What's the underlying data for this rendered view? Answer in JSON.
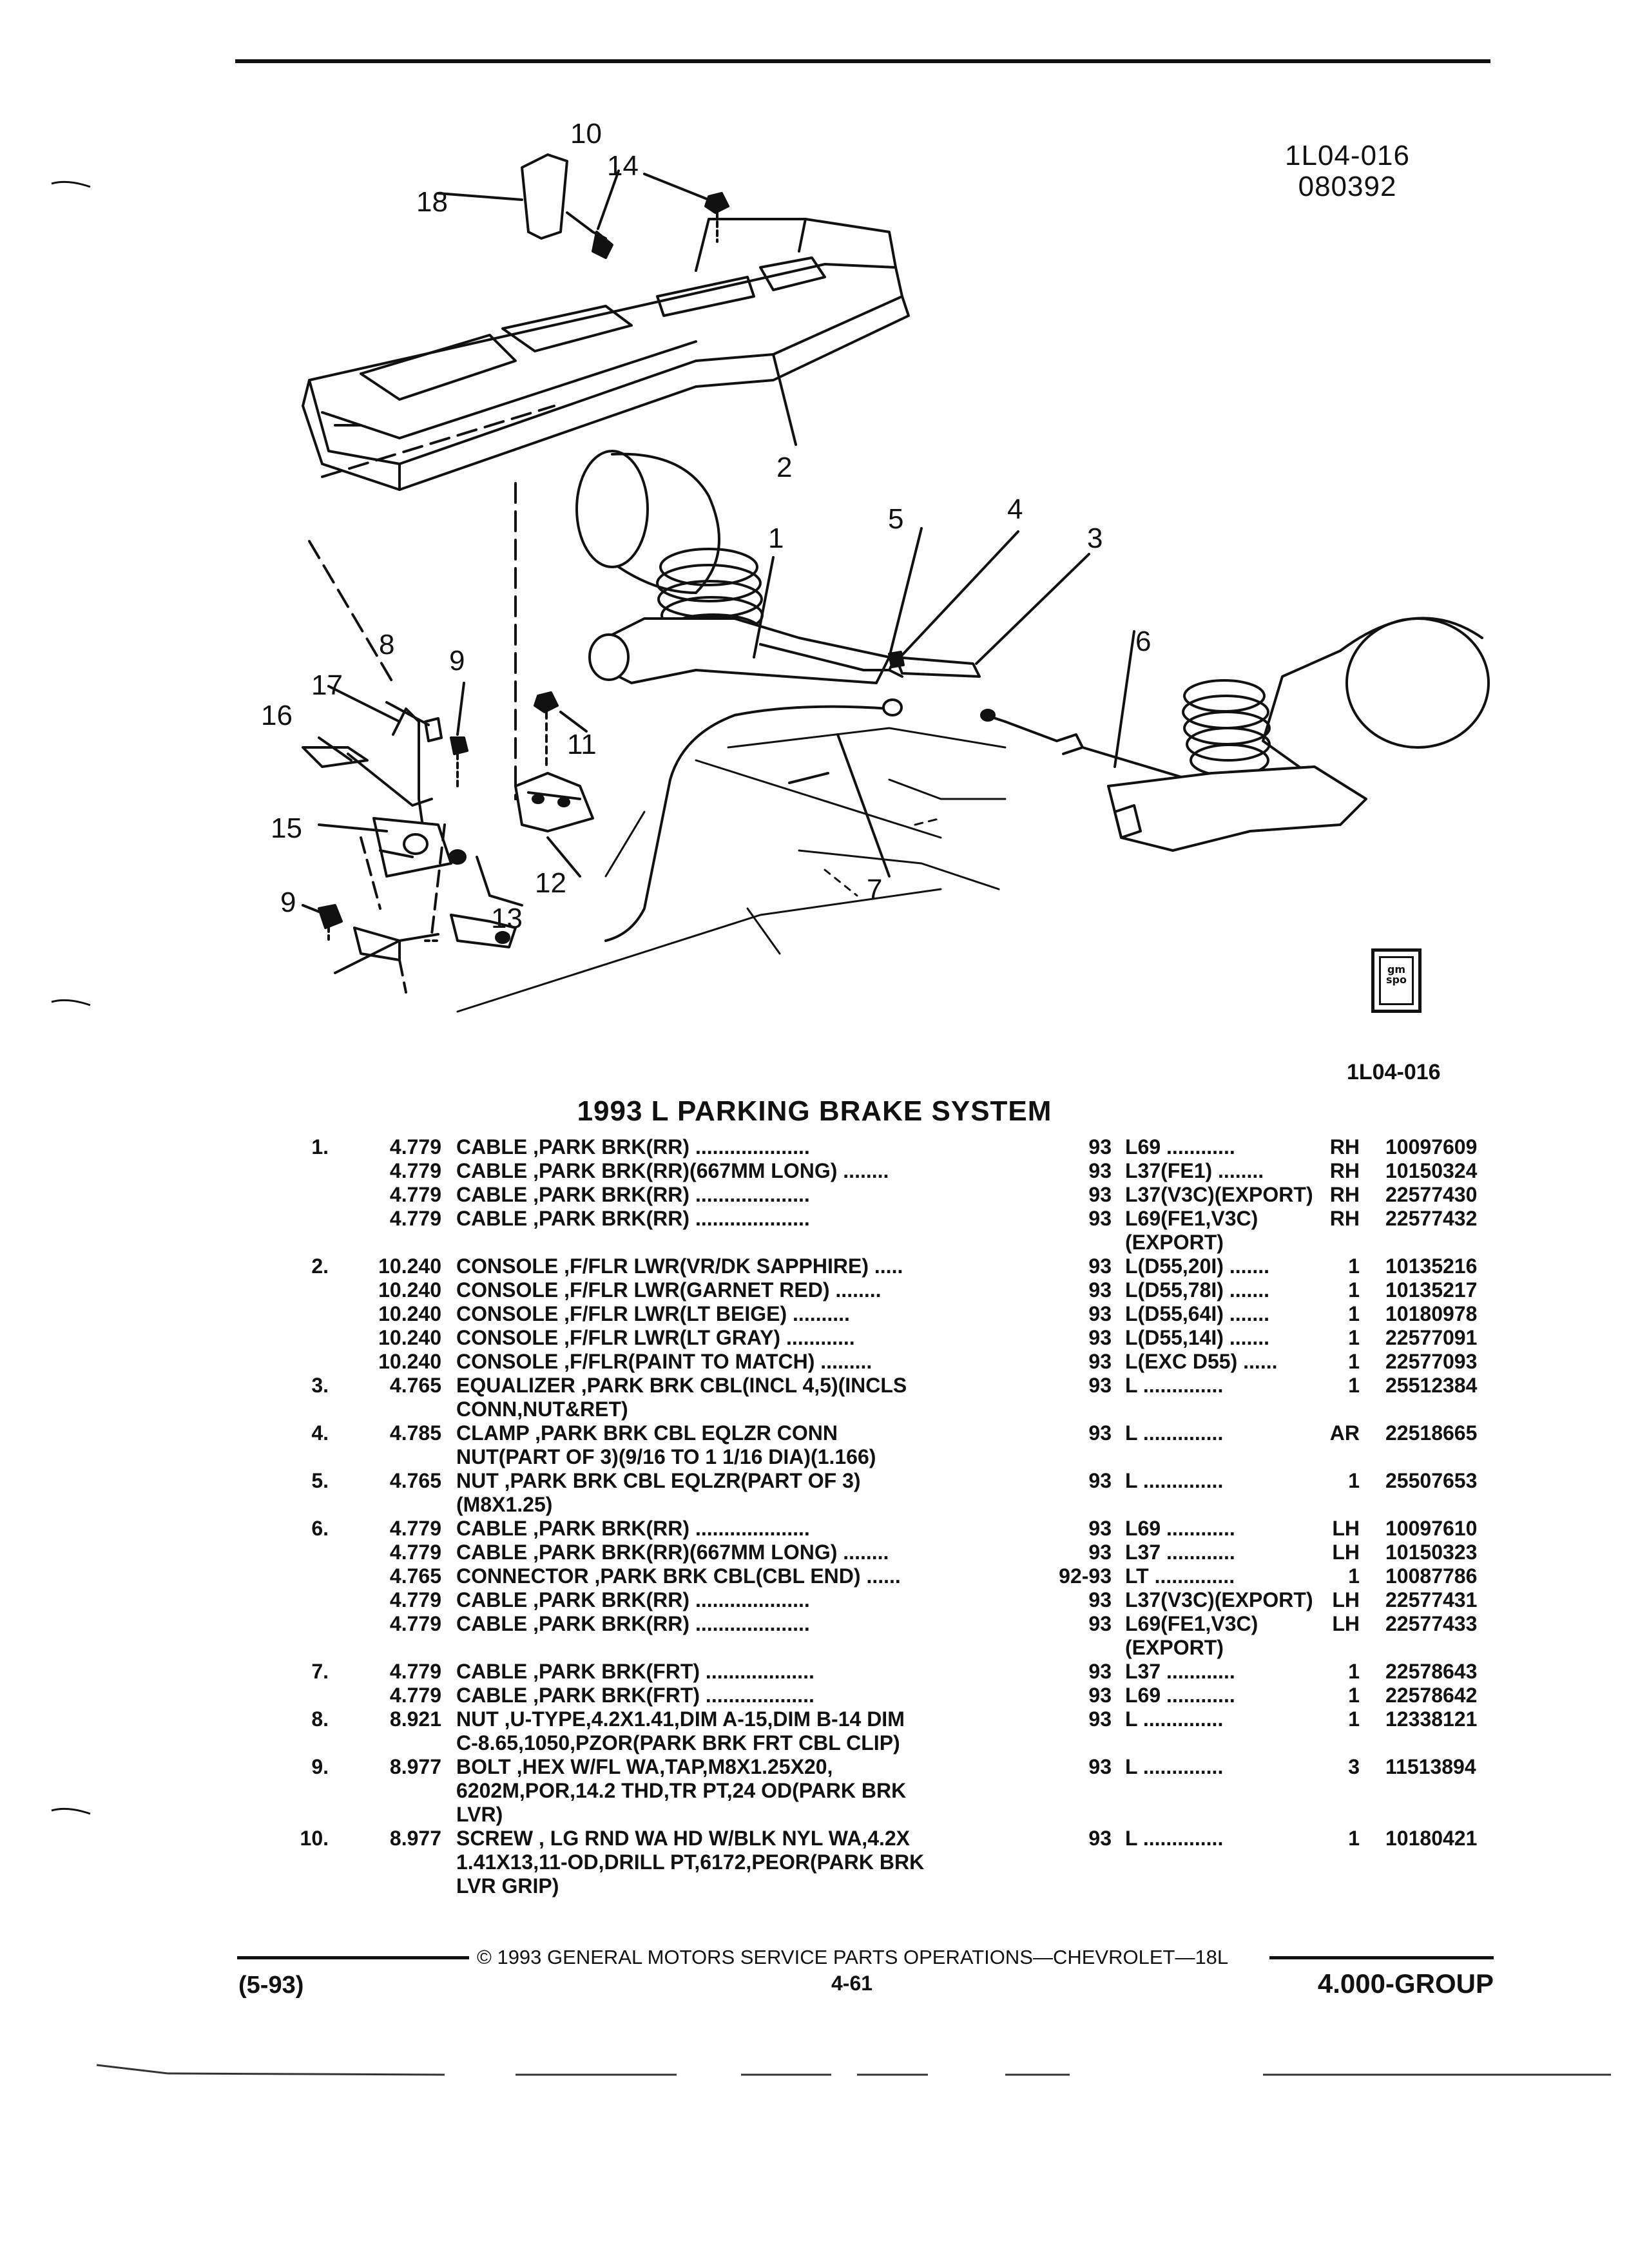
{
  "illustration": {
    "id_line1": "1L04-016",
    "id_line2": "080392",
    "figure_label": "1L04-016",
    "logo_text": "gm spo",
    "callouts": [
      "10",
      "14",
      "18",
      "2",
      "1",
      "5",
      "4",
      "3",
      "6",
      "8",
      "9",
      "17",
      "16",
      "11",
      "15",
      "12",
      "13",
      "7",
      "9"
    ]
  },
  "section_title": "1993 L PARKING BRAKE SYSTEM",
  "parts": [
    {
      "num": "1.",
      "page": "4.779",
      "name": "CABLE",
      ",rest": "",
      "desc": " ,PARK BRK(RR)",
      "dots": " ....................",
      "yr": "93",
      "opt": "L69 ............",
      "qty": "RH",
      "pn": "10097609"
    },
    {
      "num": "",
      "page": "4.779",
      "name": "CABLE",
      "desc": " ,PARK BRK(RR)(667MM LONG)",
      "dots": " ........",
      "yr": "93",
      "opt": "L37(FE1) ........",
      "qty": "RH",
      "pn": "10150324"
    },
    {
      "num": "",
      "page": "4.779",
      "name": "CABLE",
      "desc": " ,PARK BRK(RR)",
      "dots": " ....................",
      "yr": "93",
      "opt": "L37(V3C)(EXPORT)",
      "qty": "RH",
      "pn": "22577430"
    },
    {
      "num": "",
      "page": "4.779",
      "name": "CABLE",
      "desc": " ,PARK BRK(RR)",
      "dots": " ....................",
      "yr": "93",
      "opt": "L69(FE1,V3C)",
      "qty": "RH",
      "pn": "22577432"
    },
    {
      "num": "",
      "page": "",
      "name": "",
      "desc": "",
      "dots": "",
      "yr": "",
      "opt": "(EXPORT)",
      "qty": "",
      "pn": ""
    },
    {
      "num": "2.",
      "page": "10.240",
      "name": "CONSOLE",
      "desc": " ,F/FLR LWR(VR/DK SAPPHIRE)",
      "dots": " .....",
      "yr": "93",
      "opt": "L(D55,20I) .......",
      "qty": "1",
      "pn": "10135216"
    },
    {
      "num": "",
      "page": "10.240",
      "name": "CONSOLE",
      "desc": " ,F/FLR LWR(GARNET RED)",
      "dots": " ........",
      "yr": "93",
      "opt": "L(D55,78I) .......",
      "qty": "1",
      "pn": "10135217"
    },
    {
      "num": "",
      "page": "10.240",
      "name": "CONSOLE",
      "desc": " ,F/FLR LWR(LT BEIGE)",
      "dots": " ..........",
      "yr": "93",
      "opt": "L(D55,64I) .......",
      "qty": "1",
      "pn": "10180978"
    },
    {
      "num": "",
      "page": "10.240",
      "name": "CONSOLE",
      "desc": " ,F/FLR LWR(LT GRAY)",
      "dots": " ............",
      "yr": "93",
      "opt": "L(D55,14I) .......",
      "qty": "1",
      "pn": "22577091"
    },
    {
      "num": "",
      "page": "10.240",
      "name": "CONSOLE",
      "desc": " ,F/FLR(PAINT TO MATCH)",
      "dots": " .........",
      "yr": "93",
      "opt": "L(EXC D55) ......",
      "qty": "1",
      "pn": "22577093"
    },
    {
      "num": "3.",
      "page": "4.765",
      "name": "EQUALIZER",
      "desc": " ,PARK BRK CBL(INCL 4,5)(INCLS",
      "dots": "",
      "yr": "93",
      "opt": "L ..............",
      "qty": "1",
      "pn": "25512384"
    },
    {
      "num": "",
      "page": "",
      "name": "",
      "desc": "CONN,NUT&RET)",
      "dots": "",
      "yr": "",
      "opt": "",
      "qty": "",
      "pn": ""
    },
    {
      "num": "4.",
      "page": "4.785",
      "name": "CLAMP",
      "desc": " ,PARK BRK CBL EQLZR CONN",
      "dots": "",
      "yr": "93",
      "opt": "L ..............",
      "qty": "AR",
      "pn": "22518665"
    },
    {
      "num": "",
      "page": "",
      "name": "",
      "desc": "NUT(PART OF 3)(9/16 TO 1 1/16 DIA)(1.166)",
      "dots": "",
      "yr": "",
      "opt": "",
      "qty": "",
      "pn": ""
    },
    {
      "num": "5.",
      "page": "4.765",
      "name": "NUT",
      "desc": " ,PARK BRK CBL EQLZR(PART OF 3)",
      "dots": "",
      "yr": "93",
      "opt": "L ..............",
      "qty": "1",
      "pn": "25507653"
    },
    {
      "num": "",
      "page": "",
      "name": "",
      "desc": "(M8X1.25)",
      "dots": "",
      "yr": "",
      "opt": "",
      "qty": "",
      "pn": ""
    },
    {
      "num": "6.",
      "page": "4.779",
      "name": "CABLE",
      "desc": " ,PARK BRK(RR)",
      "dots": " ....................",
      "yr": "93",
      "opt": "L69 ............",
      "qty": "LH",
      "pn": "10097610"
    },
    {
      "num": "",
      "page": "4.779",
      "name": "CABLE",
      "desc": " ,PARK BRK(RR)(667MM LONG)",
      "dots": " ........",
      "yr": "93",
      "opt": "L37 ............",
      "qty": "LH",
      "pn": "10150323"
    },
    {
      "num": "",
      "page": "4.765",
      "name": "CONNECTOR",
      "desc": " ,PARK BRK CBL(CBL END)",
      "dots": " ......",
      "yr": "92-93",
      "opt": "LT ..............",
      "qty": "1",
      "pn": "10087786"
    },
    {
      "num": "",
      "page": "4.779",
      "name": "CABLE",
      "desc": " ,PARK BRK(RR)",
      "dots": " ....................",
      "yr": "93",
      "opt": "L37(V3C)(EXPORT)",
      "qty": "LH",
      "pn": "22577431"
    },
    {
      "num": "",
      "page": "4.779",
      "name": "CABLE",
      "desc": " ,PARK BRK(RR)",
      "dots": " ....................",
      "yr": "93",
      "opt": "L69(FE1,V3C)",
      "qty": "LH",
      "pn": "22577433"
    },
    {
      "num": "",
      "page": "",
      "name": "",
      "desc": "",
      "dots": "",
      "yr": "",
      "opt": "(EXPORT)",
      "qty": "",
      "pn": ""
    },
    {
      "num": "7.",
      "page": "4.779",
      "name": "CABLE",
      "desc": " ,PARK BRK(FRT)",
      "dots": " ...................",
      "yr": "93",
      "opt": "L37 ............",
      "qty": "1",
      "pn": "22578643"
    },
    {
      "num": "",
      "page": "4.779",
      "name": "CABLE",
      "desc": " ,PARK BRK(FRT)",
      "dots": " ...................",
      "yr": "93",
      "opt": "L69 ............",
      "qty": "1",
      "pn": "22578642"
    },
    {
      "num": "8.",
      "page": "8.921",
      "name": "NUT",
      "desc": " ,U-TYPE,4.2X1.41,DIM A-15,DIM B-14 DIM",
      "dots": "",
      "yr": "93",
      "opt": "L ..............",
      "qty": "1",
      "pn": "12338121"
    },
    {
      "num": "",
      "page": "",
      "name": "",
      "desc": "C-8.65,1050,PZOR(PARK BRK FRT CBL CLIP)",
      "dots": "",
      "yr": "",
      "opt": "",
      "qty": "",
      "pn": ""
    },
    {
      "num": "9.",
      "page": "8.977",
      "name": "BOLT",
      "desc": " ,HEX W/FL WA,TAP,M8X1.25X20,",
      "dots": "",
      "yr": "93",
      "opt": "L ..............",
      "qty": "3",
      "pn": "11513894"
    },
    {
      "num": "",
      "page": "",
      "name": "",
      "desc": "6202M,POR,14.2 THD,TR PT,24 OD(PARK BRK",
      "dots": "",
      "yr": "",
      "opt": "",
      "qty": "",
      "pn": ""
    },
    {
      "num": "",
      "page": "",
      "name": "",
      "desc": "LVR)",
      "dots": "",
      "yr": "",
      "opt": "",
      "qty": "",
      "pn": ""
    },
    {
      "num": "10.",
      "page": "8.977",
      "name": "SCREW",
      "desc": " , LG RND WA HD W/BLK NYL WA,4.2X",
      "dots": "",
      "yr": "93",
      "opt": "L ..............",
      "qty": "1",
      "pn": "10180421"
    },
    {
      "num": "",
      "page": "",
      "name": "",
      "desc": "1.41X13,11-OD,DRILL PT,6172,PEOR(PARK BRK",
      "dots": "",
      "yr": "",
      "opt": "",
      "qty": "",
      "pn": ""
    },
    {
      "num": "",
      "page": "",
      "name": "",
      "desc": "LVR GRIP)",
      "dots": "",
      "yr": "",
      "opt": "",
      "qty": "",
      "pn": ""
    }
  ],
  "footer": {
    "copyright": "© 1993 GENERAL MOTORS SERVICE PARTS OPERATIONS—CHEVROLET—18L",
    "date_code": "(5-93)",
    "page": "4-61",
    "group": "4.000-GROUP"
  }
}
